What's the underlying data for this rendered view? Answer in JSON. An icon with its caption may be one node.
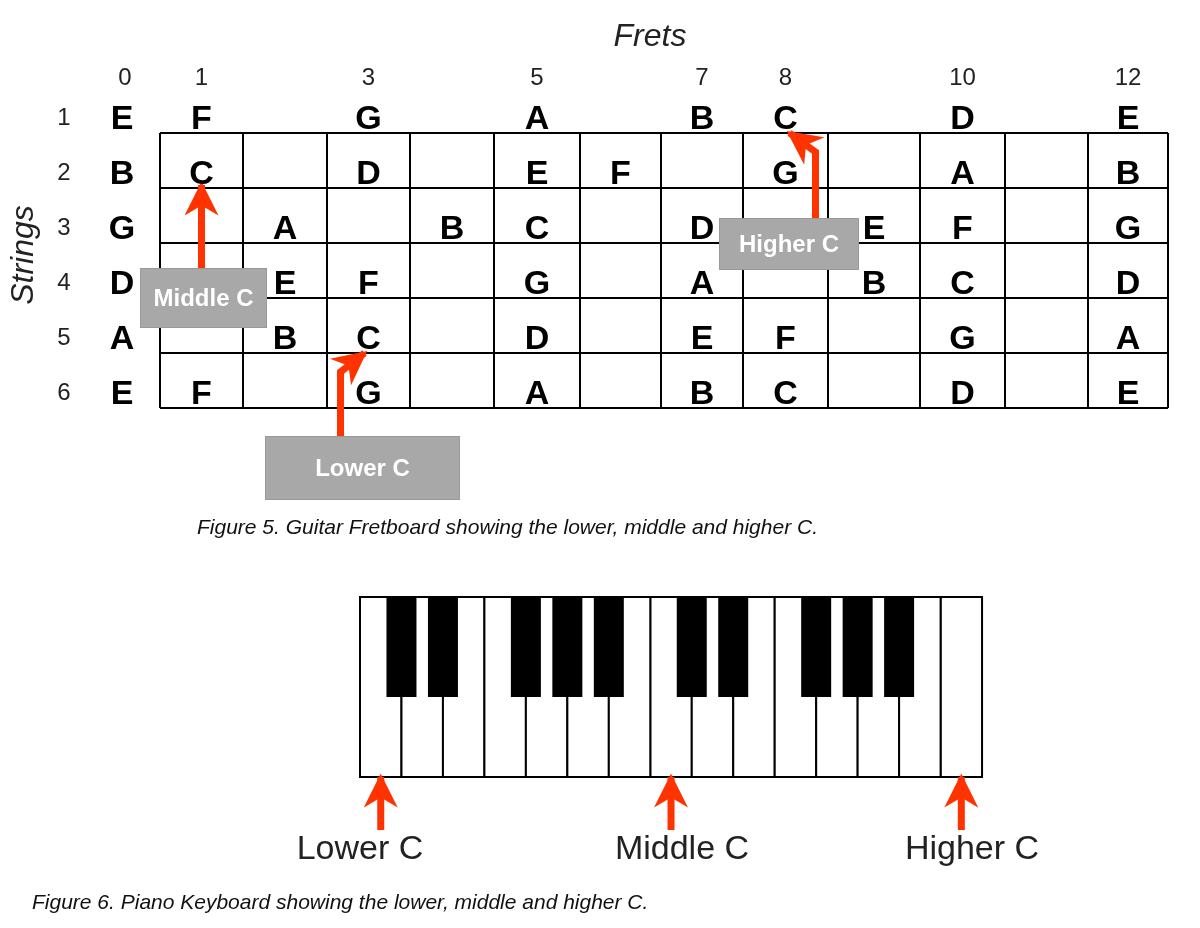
{
  "diagram": {
    "nodes": [
      {
        "text": [
          "Middle C"
        ]
      },
      {
        "text": [
          "C"
        ]
      },
      {
        "text": [
          "Higher C"
        ]
      },
      {
        "text": [
          "C"
        ]
      },
      {
        "text": [
          "Lower C"
        ]
      },
      {
        "text": [
          "C"
        ]
      },
      {
        "text": [
          "Lower C"
        ]
      },
      {
        "text": [],
        "shape": "box"
      },
      {
        "text": [
          "Middle C"
        ]
      },
      {
        "text": [],
        "shape": "box"
      },
      {
        "text": [
          "Higher C"
        ]
      },
      {
        "text": [],
        "shape": "box"
      }
    ],
    "edges": [
      {
        "from": 0,
        "to": 1,
        "arrow": "to"
      },
      {
        "from": 2,
        "to": 3,
        "arrow": "to"
      },
      {
        "from": 4,
        "to": 5,
        "arrow": "to"
      },
      {
        "from": 6,
        "to": 7,
        "arrow": "to"
      },
      {
        "from": 8,
        "to": 9,
        "arrow": "to"
      },
      {
        "from": 10,
        "to": 11,
        "arrow": "to"
      }
    ],
    "labels": [
      "Frets",
      "0",
      "1",
      "3",
      "5",
      "7",
      "8",
      "10",
      "12",
      "Strings",
      "1",
      "E",
      "F",
      "G",
      "A",
      "B",
      "D",
      "E",
      "2",
      "B",
      "D",
      "E",
      "F",
      "G",
      "A",
      "B",
      "3",
      "G",
      "A",
      "B",
      "C",
      "D",
      "E",
      "F",
      "G",
      "4",
      "D",
      "E",
      "F",
      "G",
      "A",
      "B",
      "C",
      "D",
      "5",
      "A",
      "B",
      "D",
      "E",
      "F",
      "G",
      "A",
      "6",
      "E",
      "F",
      "G",
      "A",
      "B",
      "C",
      "D",
      "E",
      "Figure 5. Guitar Fretboard showing the lower, middle and higher C.",
      "Figure 6. Piano Keyboard showing the lower, middle and higher C."
    ]
  }
}
